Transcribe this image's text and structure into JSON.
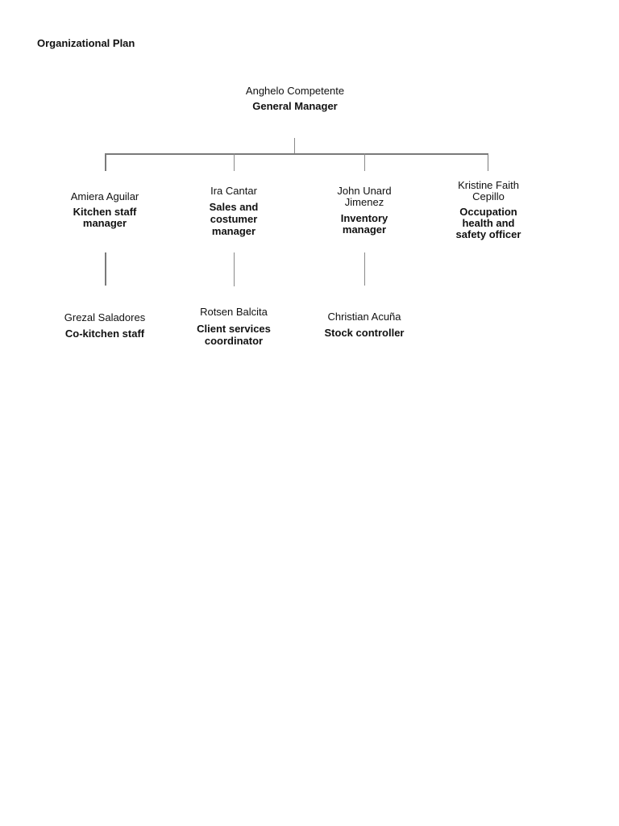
{
  "page": {
    "title": "Organizational Plan"
  },
  "chart": {
    "root": {
      "name": "Anghelo Competente",
      "role": "General Manager"
    },
    "managers": [
      {
        "name": "Amiera Aguilar",
        "role": "Kitchen staff manager",
        "report": {
          "name": "Grezal Saladores",
          "role": "Co-kitchen staff"
        }
      },
      {
        "name": "Ira Cantar",
        "role": "Sales and costumer manager",
        "report": {
          "name": "Rotsen Balcita",
          "role": "Client services coordinator"
        }
      },
      {
        "name": "John Unard Jimenez",
        "role": "Inventory manager",
        "report": {
          "name": "Christian Acuña",
          "role": "Stock controller"
        }
      },
      {
        "name": "Kristine Faith Cepillo",
        "role": "Occupation health and safety officer"
      }
    ]
  }
}
